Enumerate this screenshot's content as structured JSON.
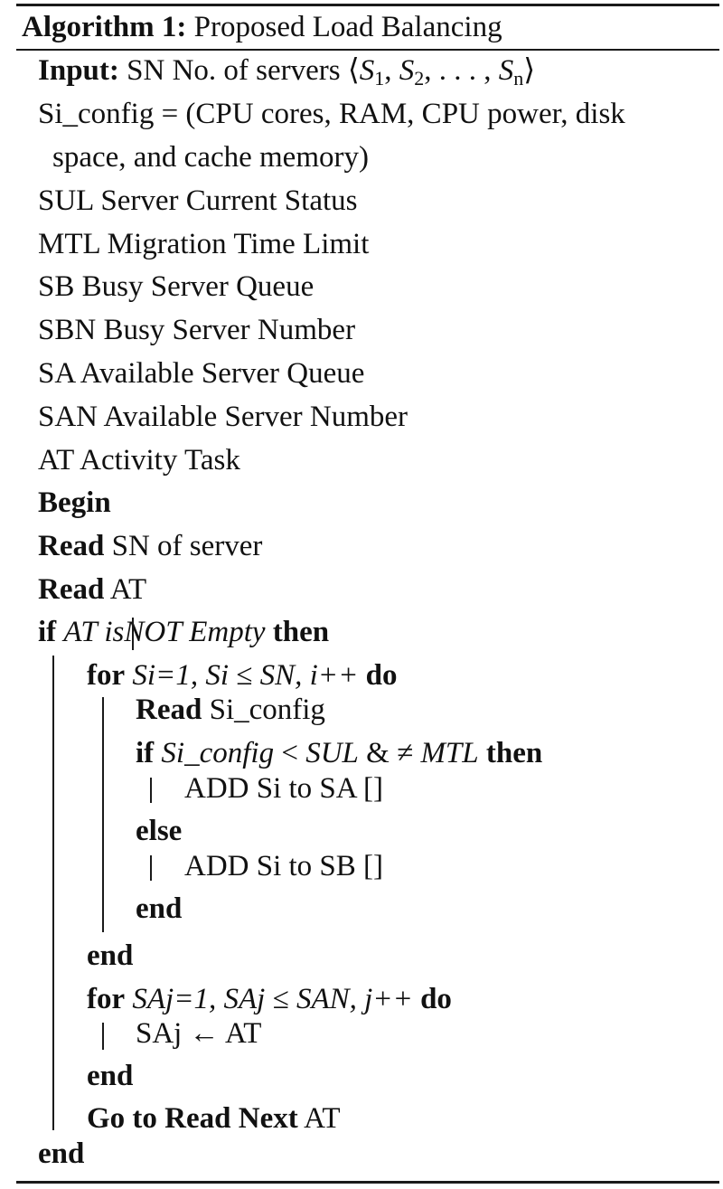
{
  "algorithm": {
    "title_bold": "Algorithm 1:",
    "title_text": "Proposed Load Balancing",
    "input": {
      "keyword": "Input:",
      "text": "SN No. of servers",
      "math": {
        "open": "⟨",
        "s1": "S",
        "s1_sub": "1",
        "s2": "S",
        "s2_sub": "2",
        "sep": ", ",
        "dots": ". . . ",
        "sn": "S",
        "sn_sub": "n",
        "close": "⟩"
      }
    },
    "config_line1": "Si_config = (CPU cores, RAM, CPU power, disk",
    "config_line2": "space, and cache memory)",
    "defs": [
      "SUL Server Current Status",
      "MTL Migration Time Limit",
      "SB Busy Server Queue",
      "SBN Busy Server Number",
      "SA Available Server Queue",
      "SAN Available Server Number",
      "AT Activity Task"
    ],
    "begin": "Begin",
    "read_sn": {
      "kw": "Read",
      "text": "SN of server"
    },
    "read_at": {
      "kw": "Read",
      "text": "AT"
    },
    "if_at": {
      "kw_if": "if",
      "cond_a": "AT is",
      "cond_b": "NOT Empty",
      "kw_then": "then"
    },
    "for1": {
      "kw_for": "for",
      "cond": "Si=1, Si",
      "leq": "≤",
      "cond2": "SN, i++",
      "kw_do": "do"
    },
    "read_cfg": {
      "kw": "Read",
      "text": "Si_config"
    },
    "if_cfg": {
      "kw_if": "if",
      "cond_a": "Si_config",
      "lt": " < ",
      "cond_b": "SUL",
      "amp": " & ",
      "neq": "≠",
      "cond_c": "MTL",
      "kw_then": "then"
    },
    "add_sa": "ADD Si to SA []",
    "else": "else",
    "add_sb": "ADD Si to SB []",
    "end": "end",
    "for2": {
      "kw_for": "for",
      "cond": "SAj=1, SAj",
      "leq": "≤",
      "cond2": "SAN, j++",
      "kw_do": "do"
    },
    "assign": {
      "lhs": "SAj",
      "arrow": "←",
      "rhs": "AT"
    },
    "goto": {
      "kw": "Go to Read Next",
      "text": "AT"
    }
  }
}
